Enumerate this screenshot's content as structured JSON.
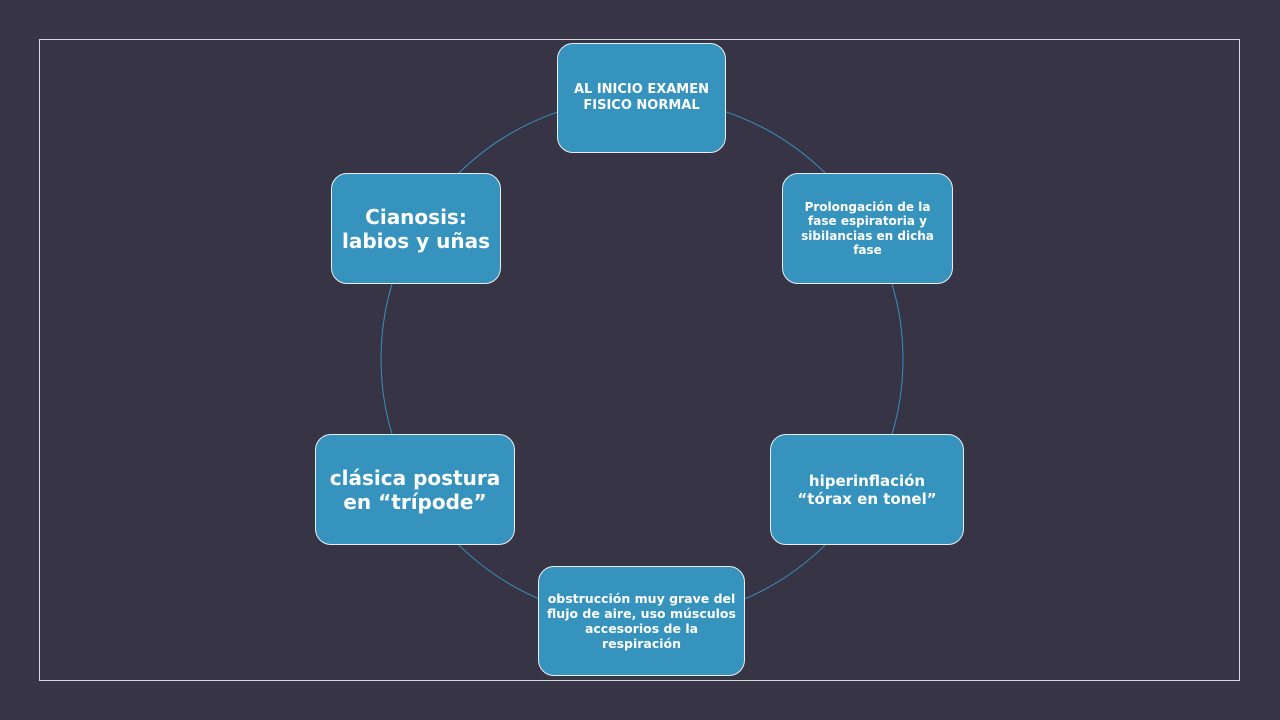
{
  "diagram": {
    "nodes": [
      {
        "id": "n1",
        "text": "AL INICIO EXAMEN FISICO NORMAL"
      },
      {
        "id": "n2",
        "text": "Prolongación de la fase espiratoria y sibilancias en dicha fase"
      },
      {
        "id": "n3",
        "text": "hiperinflación “tórax en tonel”"
      },
      {
        "id": "n4",
        "text": "obstrucción muy grave del flujo de aire, uso músculos accesorios de la respiración"
      },
      {
        "id": "n5",
        "text": "clásica postura en “trípode”"
      },
      {
        "id": "n6",
        "text": "Cianosis: labios y uñas"
      }
    ],
    "colors": {
      "background": "#373445",
      "node_fill": "#3593bd",
      "ring": "#3a8fc0",
      "frame": "#d8d8de"
    }
  }
}
